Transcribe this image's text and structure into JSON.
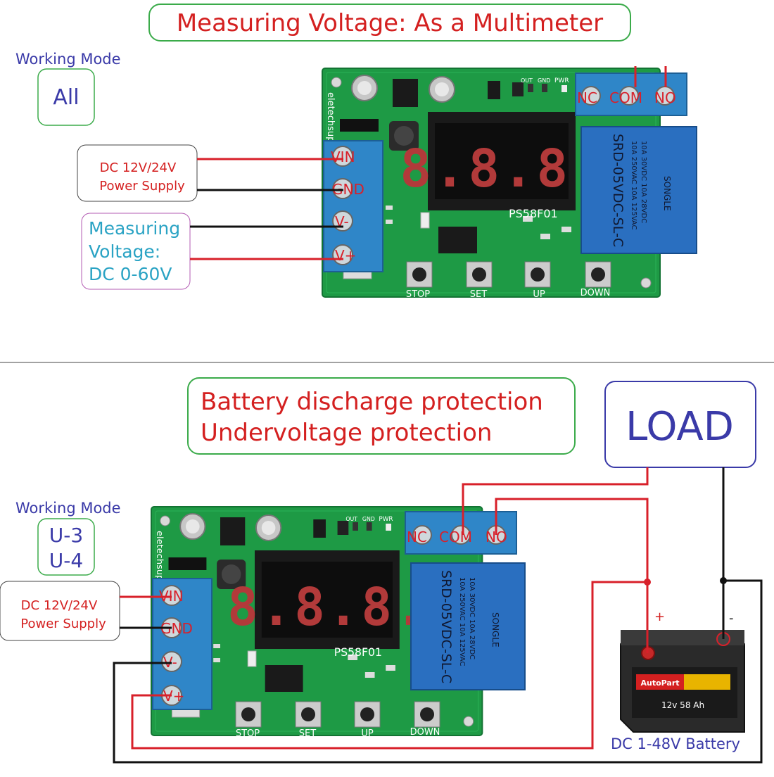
{
  "colors": {
    "title_red": "#d42020",
    "blue_text": "#3a3aa8",
    "cyan_text": "#2aa3c4",
    "wire_red": "#d8202a",
    "wire_black": "#111111",
    "pcb_green": "#1e9a45",
    "terminal_blue": "#2f86c8",
    "relay_blue": "#2a6fc0",
    "green_border": "#3bab4a"
  },
  "top": {
    "title": "Measuring Voltage: As a Multimeter",
    "mode_label": "Working Mode",
    "mode_value": "All",
    "supply_line1": "DC 12V/24V",
    "supply_line2": "Power Supply",
    "measure_line1": "Measuring",
    "measure_line2": "Voltage:",
    "measure_line3": "DC 0-60V"
  },
  "bottom": {
    "title_line1": "Battery discharge protection",
    "title_line2": "Undervoltage protection",
    "mode_label": "Working Mode",
    "mode_line1": "U-3",
    "mode_line2": "U-4",
    "supply_line1": "DC 12V/24V",
    "supply_line2": "Power Supply",
    "load_label": "LOAD",
    "battery_label": "DC 1-48V Battery",
    "plus_sign": "+",
    "minus_sign": "-"
  },
  "board": {
    "brand": "eletechsup",
    "model": "PS58F01",
    "display": "8.8.8.",
    "terminals": [
      "VIN",
      "GND",
      "V-",
      "V+"
    ],
    "relay_terminals": [
      "NC",
      "COM",
      "NO"
    ],
    "relay_brand": "SONGLE",
    "relay_spec1": "10A 250VAC 10A 125VAC",
    "relay_spec2": "10A 30VDC 10A 28VDC",
    "relay_model": "SRD-05VDC-SL-C",
    "buttons": [
      "STOP",
      "SET",
      "UP",
      "DOWN"
    ],
    "pin_labels": [
      "OUT",
      "GND",
      "PWR"
    ]
  },
  "battery": {
    "brand": "AutoPart",
    "badge": "12v 58 Ah"
  }
}
